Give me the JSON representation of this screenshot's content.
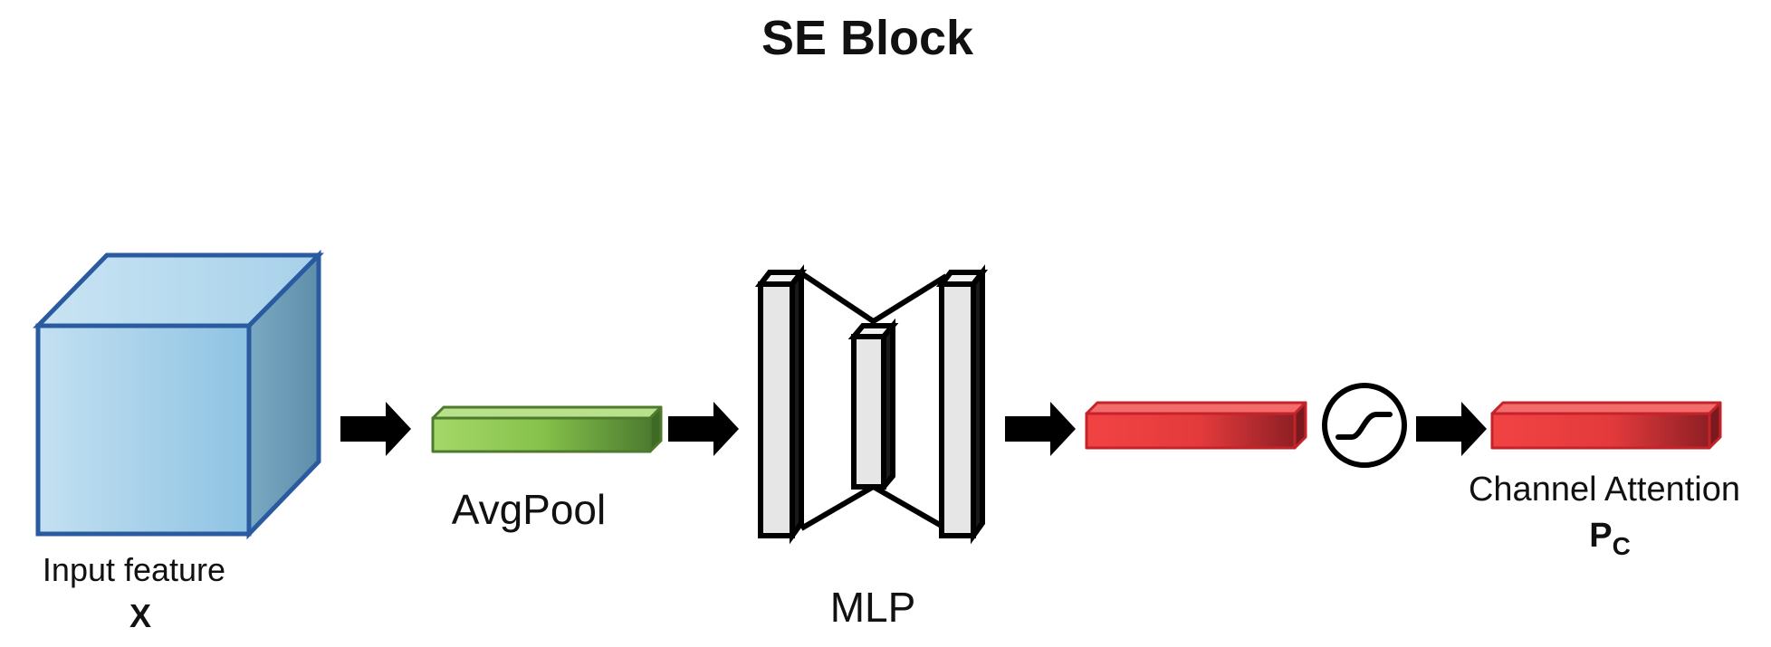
{
  "title": "SE Block",
  "labels": {
    "input_feature": "Input feature",
    "input_symbol": "X",
    "avgpool": "AvgPool",
    "mlp": "MLP",
    "channel_attention": "Channel Attention",
    "output_symbol": "P",
    "output_subscript": "C"
  },
  "colors": {
    "cube_stroke": "#2a5aa0",
    "cube_front": "#a8d2ea",
    "cube_side": "#6b9ab3",
    "pool_bar": "#8cc654",
    "pool_bar_dark": "#4a7a2e",
    "attention_bar": "#ef3b3b",
    "attention_bar_dark": "#8e1f24",
    "mlp_fill": "#e6e6e6",
    "arrow": "#000000"
  },
  "icons": {
    "sigmoid": "sigmoid-icon"
  }
}
